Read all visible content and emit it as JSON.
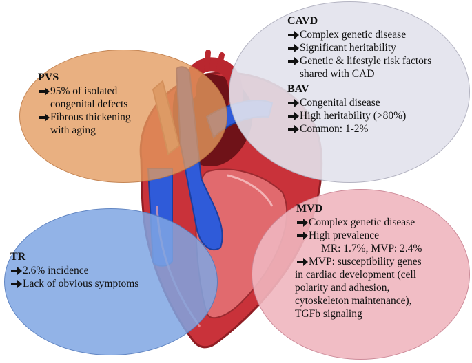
{
  "colors": {
    "pvs_bubble": "#e39a5e",
    "cavd_bubble": "#e2e2ec",
    "tr_bubble": "#7fa6e3",
    "mvd_bubble": "#efb6bf",
    "heart_red": "#c9323a",
    "heart_dark": "#6f1218",
    "heart_blue": "#2f5bd9"
  },
  "icons": {
    "bullet": "right-arrow-icon"
  },
  "pvs": {
    "title": "PVS",
    "items": [
      {
        "line1": "95% of isolated",
        "line2": "congenital defects"
      },
      {
        "line1": "Fibrous thickening",
        "line2": "with aging"
      }
    ]
  },
  "cavd": {
    "title": "CAVD",
    "items": [
      {
        "line1": "Complex genetic disease"
      },
      {
        "line1": "Significant heritability"
      },
      {
        "line1": "Genetic & lifestyle risk factors",
        "line2": "shared with CAD"
      }
    ],
    "subtitle": "BAV",
    "sub_items": [
      {
        "line1": "Congenital disease"
      },
      {
        "line1": "High heritability (>80%)"
      },
      {
        "line1": "Common: 1-2%"
      }
    ]
  },
  "tr": {
    "title": "TR",
    "items": [
      {
        "line1": "2.6% incidence"
      },
      {
        "line1": "Lack of obvious symptoms"
      }
    ]
  },
  "mvd": {
    "title": "MVD",
    "items": [
      {
        "line1": "Complex genetic disease"
      },
      {
        "line1": "High prevalence",
        "line2": "MR: 1.7%, MVP: 2.4%"
      },
      {
        "line1": "MVP: susceptibility genes"
      }
    ],
    "continuation": [
      "in cardiac development (cell",
      "polarity and adhesion,",
      "cytoskeleton maintenance),",
      "TGFb signaling"
    ]
  }
}
